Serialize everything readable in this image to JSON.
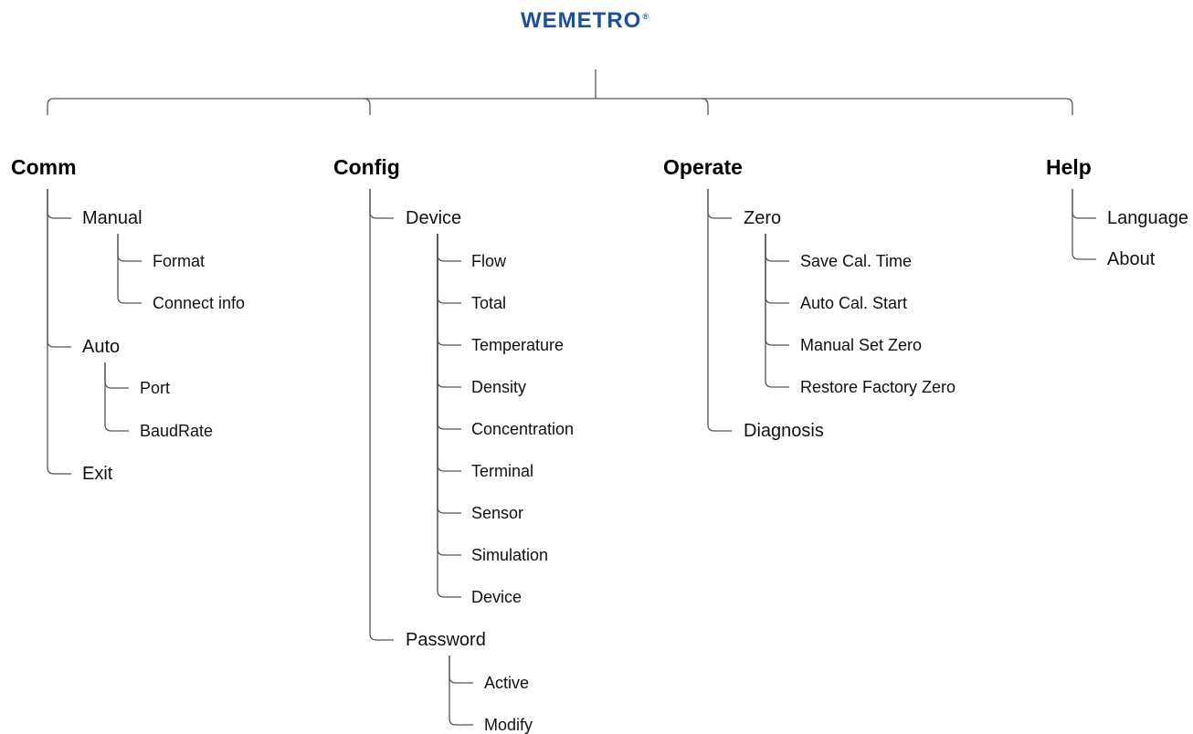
{
  "logo": {
    "text": "WEMETRO",
    "mark": "®"
  },
  "menus": [
    {
      "label": "Comm",
      "items": [
        {
          "label": "Manual",
          "children": [
            "Format",
            "Connect info"
          ]
        },
        {
          "label": "Auto",
          "children": [
            "Port",
            "BaudRate"
          ]
        },
        {
          "label": "Exit",
          "children": []
        }
      ]
    },
    {
      "label": "Config",
      "items": [
        {
          "label": "Device",
          "children": [
            "Flow",
            "Total",
            "Temperature",
            "Density",
            "Concentration",
            "Terminal",
            "Sensor",
            "Simulation",
            "Device"
          ]
        },
        {
          "label": "Password",
          "children": [
            "Active",
            "Modify"
          ]
        }
      ]
    },
    {
      "label": "Operate",
      "items": [
        {
          "label": "Zero",
          "children": [
            "Save Cal. Time",
            "Auto Cal. Start",
            "Manual Set Zero",
            "Restore Factory Zero"
          ]
        },
        {
          "label": "Diagnosis",
          "children": []
        }
      ]
    },
    {
      "label": "Help",
      "items": [
        {
          "label": "Language",
          "children": []
        },
        {
          "label": "About",
          "children": []
        }
      ]
    }
  ]
}
